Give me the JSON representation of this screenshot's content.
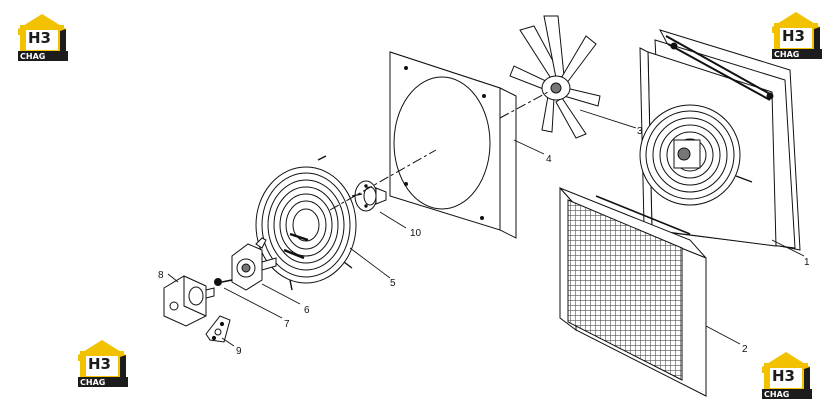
{
  "logo": {
    "top": "H3",
    "bottom": "CHAG",
    "accent": "#f2c200",
    "dark": "#1c1c1c"
  },
  "callouts": [
    "1",
    "2",
    "3",
    "4",
    "5",
    "6",
    "7",
    "8",
    "9",
    "10"
  ],
  "colors": {
    "line": "#111111",
    "background": "#ffffff",
    "mesh": "#555555"
  }
}
